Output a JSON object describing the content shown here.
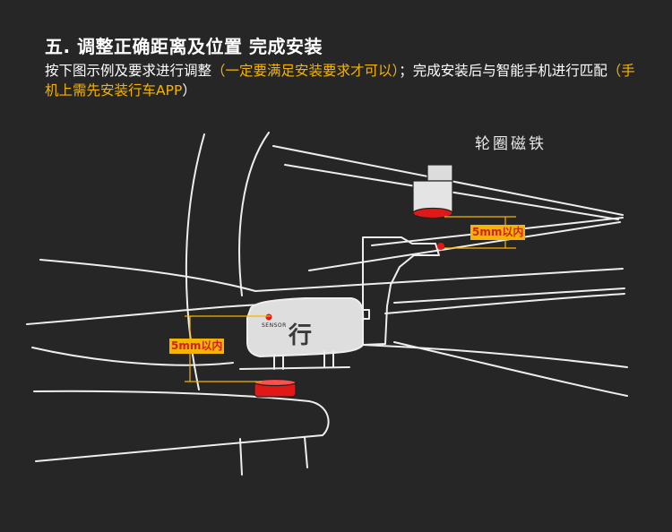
{
  "heading": "五. 调整正确距离及位置 完成安装",
  "description": {
    "part1": "按下图示例及要求进行调整",
    "note1": "（一定要满足安装要求才可以）",
    "part2": "；完成安装后与智能手机进行匹配",
    "note2": "（手机上需先安装行车APP",
    "part3": "）"
  },
  "diagram": {
    "magnet_label": "轮圈磁铁",
    "gap_label_top": "5mm以内",
    "gap_label_bottom": "5mm以内",
    "sensor_text": "SENSOR",
    "sensor_glyph": "行"
  },
  "colors": {
    "background": "#262626",
    "highlight": "#f5b400",
    "marker": "#e01818",
    "line": "#eeeeee"
  }
}
